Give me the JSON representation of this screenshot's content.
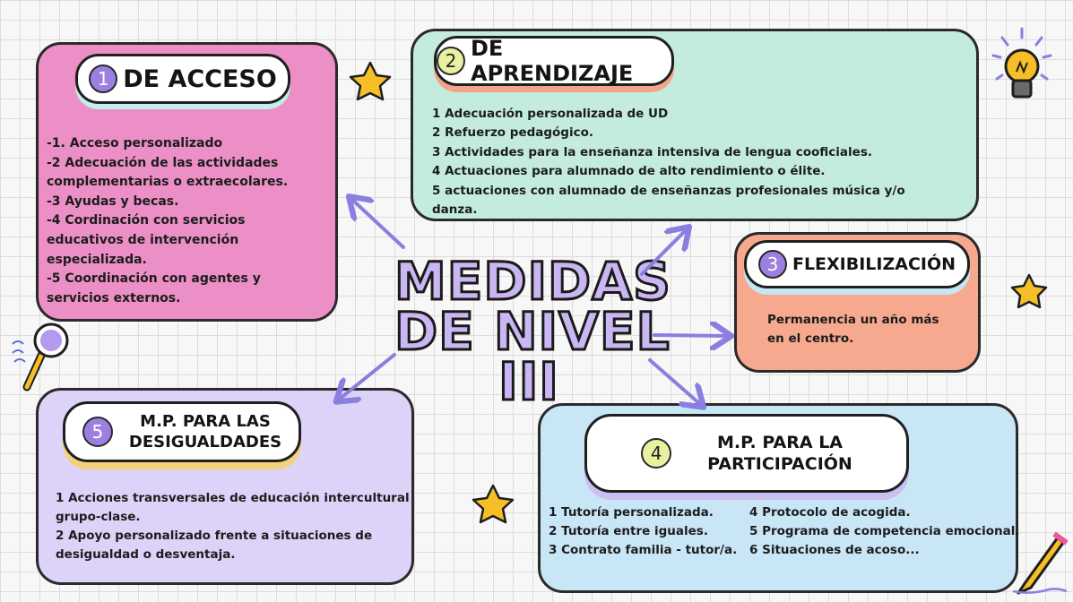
{
  "center": {
    "line1": "MEDIDAS",
    "line2": "DE NIVEL",
    "line3": "III"
  },
  "boxes": {
    "acceso": {
      "number": "1",
      "title": "DE ACCESO",
      "items": [
        "-1. Acceso personalizado",
        "-2 Adecuación de las actividades",
        "complementarias o extraecolares.",
        "-3 Ayudas y becas.",
        "-4 Cordinación con servicios",
        "educativos de intervención",
        "especializada.",
        "-5 Coordinación con agentes y",
        "servicios externos."
      ]
    },
    "aprendizaje": {
      "number": "2",
      "title": "DE APRENDIZAJE",
      "items": [
        "1 Adecuación personalizada de UD",
        "2 Refuerzo pedagógico.",
        "3  Actividades para la enseñanza intensiva de lengua cooficiales.",
        "4 Actuaciones para alumnado de alto rendimiento o élite.",
        "5 actuaciones con alumnado  de enseñanzas profesionales música y/o",
        "danza."
      ]
    },
    "flexibilizacion": {
      "number": "3",
      "title": "FLEXIBILIZACIÓN",
      "items": [
        "Permanencia un año más",
        "en el centro."
      ]
    },
    "participacion": {
      "number": "4",
      "title_line1": "M.P. PARA LA",
      "title_line2": "PARTICIPACIÓN",
      "col1": [
        "1 Tutoría personalizada.",
        "2 Tutoría entre iguales.",
        "3 Contrato familia - tutor/a."
      ],
      "col2": [
        "4 Protocolo de acogida.",
        "5 Programa de competencia emocional.",
        "6 Situaciones de acoso..."
      ]
    },
    "desigualdades": {
      "number": "5",
      "title_line1": "M.P. PARA LAS",
      "title_line2": "DESIGUALDADES",
      "items": [
        "1 Acciones transversales de educación intercultural",
        "grupo-clase.",
        "2 Apoyo personalizado frente a situaciones de",
        "desigualdad o desventaja."
      ]
    }
  },
  "colors": {
    "acceso": "#ec8fc6",
    "aprendizaje": "#c3ecdc",
    "flexibilizacion": "#f6a98e",
    "participacion": "#c9e6f6",
    "desigualdades": "#ddd2f7",
    "arrow": "#8a7fe0",
    "star": "#f7bf27"
  }
}
